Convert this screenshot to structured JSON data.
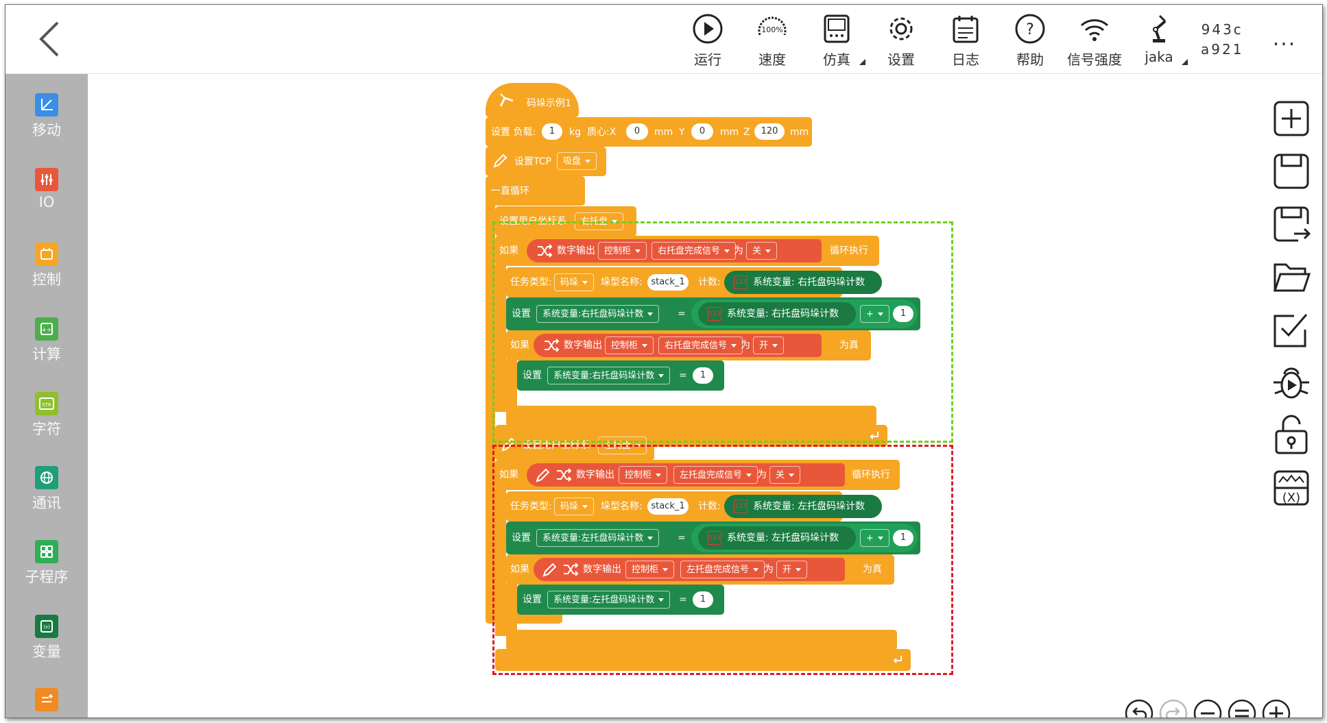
{
  "topbar": {
    "back_label": "<",
    "items": [
      {
        "label": "运行",
        "icon": "play-icon"
      },
      {
        "label": "速度",
        "icon": "speed-gauge-icon",
        "badge": "100%"
      },
      {
        "label": "仿真",
        "icon": "simulation-icon"
      },
      {
        "label": "设置",
        "icon": "gear-icon"
      },
      {
        "label": "日志",
        "icon": "log-icon"
      },
      {
        "label": "帮助",
        "icon": "help-icon"
      },
      {
        "label": "信号强度",
        "icon": "wifi-icon"
      },
      {
        "label": "jaka",
        "icon": "robot-arm-icon"
      }
    ],
    "device_id_line1": "943c",
    "device_id_line2": "a921",
    "more_label": "..."
  },
  "sidebar": {
    "items": [
      {
        "label": "移动",
        "color": "#3a8ee6"
      },
      {
        "label": "IO",
        "color": "#e9573b"
      },
      {
        "label": "控制",
        "color": "#f6a623"
      },
      {
        "label": "计算",
        "color": "#4cae4c"
      },
      {
        "label": "字符",
        "color": "#8fbf2a"
      },
      {
        "label": "通讯",
        "color": "#1f9e78"
      },
      {
        "label": "子程序",
        "color": "#2eaf56"
      },
      {
        "label": "变量",
        "color": "#1a7a42"
      },
      {
        "label": "",
        "color": "#f08a24"
      }
    ]
  },
  "program": {
    "title": "码垛示例1",
    "payload": {
      "label": "设置 负载:",
      "value": "1",
      "unit": "kg",
      "com_label": "质心:X",
      "x": "0",
      "mm1": "mm",
      "y_label": "Y",
      "y": "0",
      "mm2": "mm",
      "z_label": "Z",
      "z": "120",
      "mm3": "mm"
    },
    "tcp": {
      "label": "设置TCP",
      "value": "吸盘"
    },
    "loop_label": "一直循环",
    "right": {
      "set_user_frame": "设置用户坐标系",
      "frame": "右托盘",
      "if1": "如果",
      "digital_out": "数字输出",
      "cabinet": "控制柜",
      "signal": "右托盘完成信号",
      "is": "为",
      "off": "关",
      "loop_exec": "循环执行",
      "task_type": "任务类型:",
      "task": "码垛",
      "stack_name_label": "垛型名称:",
      "stack_name": "stack_1",
      "count_label": "计数:",
      "sysvar": "系统变量: 右托盘码垛计数",
      "set": "设置",
      "sysvar_dd": "系统变量:右托盘码垛计数",
      "eq": "=",
      "plus": "+",
      "one": "1",
      "if2": "如果",
      "on": "开",
      "true_label": "为真"
    },
    "left": {
      "set_user_frame": "设置用户坐标系",
      "frame": "左托盘",
      "if1": "如果",
      "digital_out": "数字输出",
      "cabinet": "控制柜",
      "signal": "左托盘完成信号",
      "is": "为",
      "off": "关",
      "loop_exec": "循环执行",
      "task_type": "任务类型:",
      "task": "码垛",
      "stack_name_label": "垛型名称:",
      "stack_name": "stack_1",
      "count_label": "计数:",
      "sysvar": "系统变量: 左托盘码垛计数",
      "set": "设置",
      "sysvar_dd": "系统变量:左托盘码垛计数",
      "eq": "=",
      "plus": "+",
      "one": "1",
      "if2": "如果",
      "on": "开",
      "true_label": "为真"
    },
    "icon_123": "123"
  },
  "right_toolbar": [
    "add-icon",
    "save-icon",
    "save-as-icon",
    "open-folder-icon",
    "checklist-icon",
    "debug-icon",
    "unlock-icon",
    "variable-monitor-icon"
  ],
  "variable_label": "(X)",
  "zoom_controls": [
    "undo-icon",
    "redo-icon",
    "zoom-out-icon",
    "reset-zoom-icon",
    "zoom-in-icon"
  ]
}
